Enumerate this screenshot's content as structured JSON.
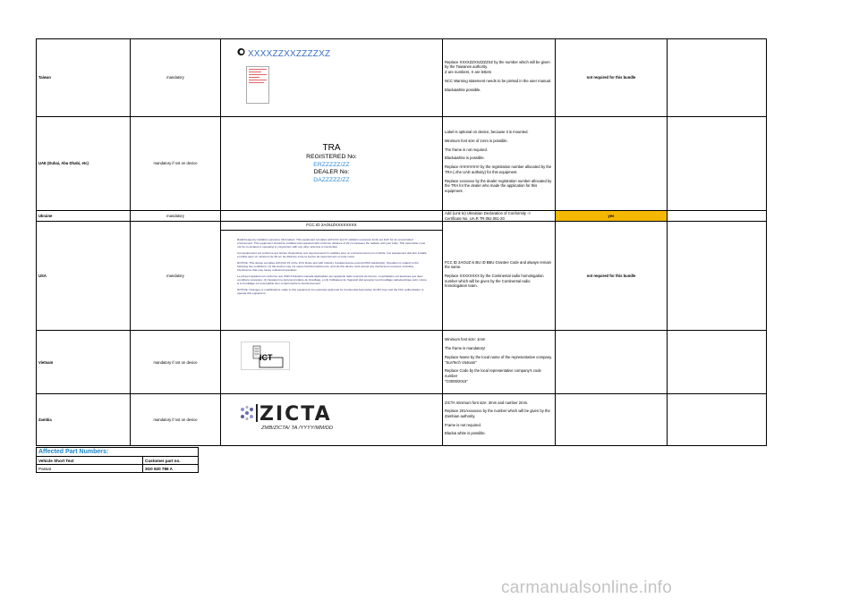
{
  "rows": [
    {
      "country": "Taiwan",
      "category": "mandatory",
      "label_art": {
        "code": "XXXXZZXXZZZZXZ",
        "icon": "ncc-logo-icon"
      },
      "notes": [
        "Replace XXXXZZXXZZZZXZ by the number which will be given by the Taiwanes authority.\nZ are numbers, X are letters",
        "NCC Warning statement needs to be printed in the user manual.",
        "Black&white possible."
      ],
      "status": "not required for this bundle"
    },
    {
      "country": "UAE (Dubai, Abu Dhabi, etc)",
      "category": "mandatory if not on device",
      "label_art": {
        "line1": "TRA",
        "line2": "REGISTERED No:",
        "line3": "ERZZZZZ/ZZ",
        "line4": "DEALER No:",
        "line5": "DAZZZZZ/ZZ"
      },
      "notes": [
        "Label is optional on device, because it is mounted.",
        "Minimum font size of 1mm is possible.",
        "The frame is not required.",
        "Black&white is possible.",
        "Replace rrrrrrrrrrrrrrrr by the registration number allocated by the TRA (=the UAE authoity) for this equipment.",
        "Replace xxxxxxxx by the dealer registration number allocated by the TRA for the dealer who made the application for this equipment."
      ],
      "status": ""
    },
    {
      "country": "Ukraine",
      "category": "mandatory",
      "notes": [
        "Add (Link to) Ukrainian Declaration of Conformity ->\nCertificate No.  UA.R.TR.052.061-20"
      ],
      "status": "yes"
    },
    {
      "country": "USA",
      "category": "mandatory",
      "label_art": {
        "header": "FCC ID 2AOUZXXXXXXXX",
        "paragraphs": [
          "Radiofrequency radiation exposure Information:\nThis equipment complies with FCC and IC radiation exposure limits set forth for an uncontrolled environment. This equipment should be installed and operated with minimum distance of 20 cm between the radiator and your body.\nThis transmitter must not be co-located or operating in conjunction with any other antenna or transmitter.",
          "Cet équipement est conforme aux limites d'exposition aux rayonnements IC établies pour un environnement non contrôlé. Cet équipement doit être installé et utilisé avec un minimum de 20 cm de distance entre la source de rayonnement et votre corps.",
          "NOTICE:\nThis device complies with Part 15 of the FCC Rules and with Industry Canada licence-exempt RSS standard(s).\nOperation is subject to the following two conditions:\n(1) this device may not cause harmful interference, and\n(2) this device must accept any interference received, including interference that may cause undesired operation.",
          "Le présent appareil est conforme aux CNR d'Industrie Canada applicables aux appareils radio exempts de licence. L'exploitation est autorisée aux deux conditions suivantes:\n(1) l'appareil ne doit pas produire de brouillage, et\n(2) l'utilisateur de l'appareil doit accepter tout brouillage radioélectrique subi, même si le brouillage est susceptible d'en compromettre le fonctionnement.",
          "NOTICE:\nChanges or modifications made to this equipment not expressly approved by Continental Automotive GmbH may void the FCC authorization to operate this equipment."
        ]
      },
      "notes": [
        "FCC ID 2AOUZ is BU ID BBU Grantee Code and always remain the same.",
        "Replace XXXXXXXX by the Continental radio homologation number  which will be given by the Continental radio homologation team."
      ],
      "status": "not required for this bundle"
    },
    {
      "country": "Vietnam",
      "category": "mandatory if not on device",
      "label_art": {
        "mark": "ICT",
        "icon": "vietnam-ict-mark-icon"
      },
      "notes": [
        "Minimum font size: 1mm",
        "The frame is mandatory!",
        "Replace Name by the local name of the representative company.\n\"SunTech Vietnam\"",
        "Replace Code by the local representative company's code number\n\"C0008/2015\""
      ],
      "status": ""
    },
    {
      "country": "Zambia",
      "category": "mandatory if not on device",
      "label_art": {
        "mark": "ZICTA",
        "sub": "ZMB/ZICTA/ TA /YYYY/MM/DD",
        "icon": "zicta-logo-icon"
      },
      "notes": [
        "ZICTA minimum font size: 3mm and number 2mm.",
        "Replace 201/xxxxxxxx by the number which will be given by the Zambian authority.",
        "Frame is not required.",
        "Black& white is possible."
      ],
      "status": ""
    }
  ],
  "parts": {
    "title": "Affected Part Numbers:",
    "headers": [
      "Vehicle Short Text",
      "Customer part no."
    ],
    "rows": [
      {
        "text": "Passat",
        "part_no": "3G0 920 786 A"
      }
    ]
  },
  "footer": "carmanualsonline.info",
  "colors": {
    "yes_highlight": "#f5b800",
    "link_blue": "#1b86c9",
    "tra_blue": "#2e8bd7"
  }
}
